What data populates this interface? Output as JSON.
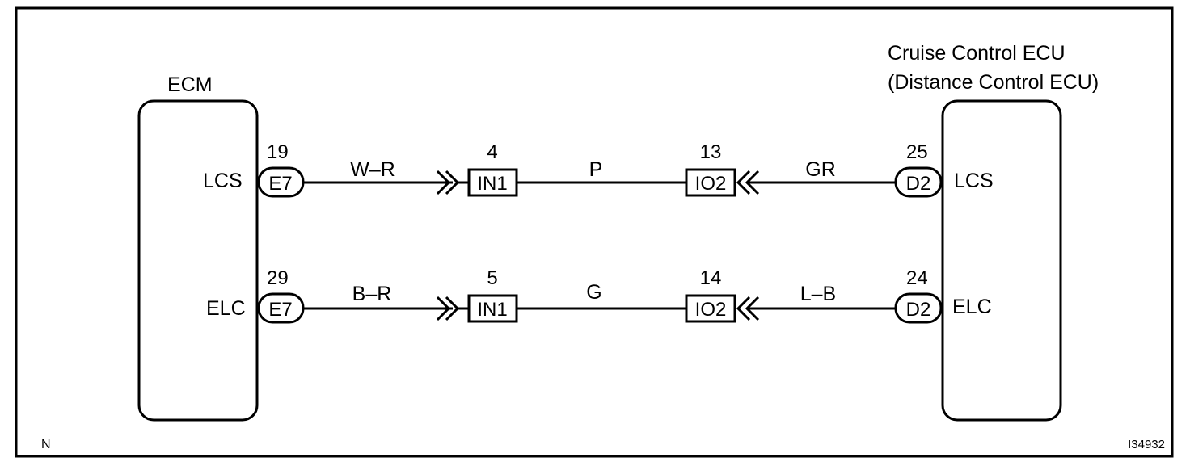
{
  "colors": {
    "stroke": "#000000",
    "background": "#ffffff"
  },
  "components": {
    "ecm": {
      "label": "ECM"
    },
    "cruise_ecu": {
      "label_line1": "Cruise Control ECU",
      "label_line2": "(Distance Control ECU)"
    }
  },
  "circuits": [
    {
      "id": "lcs",
      "ecm_terminal": "LCS",
      "ecm_pin": "19",
      "ecm_connector": "E7",
      "wire_ecm_side": "W–R",
      "junction_in_pin": "4",
      "junction_in_connector": "IN1",
      "wire_middle": "P",
      "junction_io_pin": "13",
      "junction_io_connector": "IO2",
      "wire_ecu_side": "GR",
      "ecu_pin": "25",
      "ecu_connector": "D2",
      "ecu_terminal": "LCS"
    },
    {
      "id": "elc",
      "ecm_terminal": "ELC",
      "ecm_pin": "29",
      "ecm_connector": "E7",
      "wire_ecm_side": "B–R",
      "junction_in_pin": "5",
      "junction_in_connector": "IN1",
      "wire_middle": "G",
      "junction_io_pin": "14",
      "junction_io_connector": "IO2",
      "wire_ecu_side": "L–B",
      "ecu_pin": "24",
      "ecu_connector": "D2",
      "ecu_terminal": "ELC"
    }
  ],
  "footer": {
    "left_mark": "N",
    "figure_id": "I34932"
  }
}
